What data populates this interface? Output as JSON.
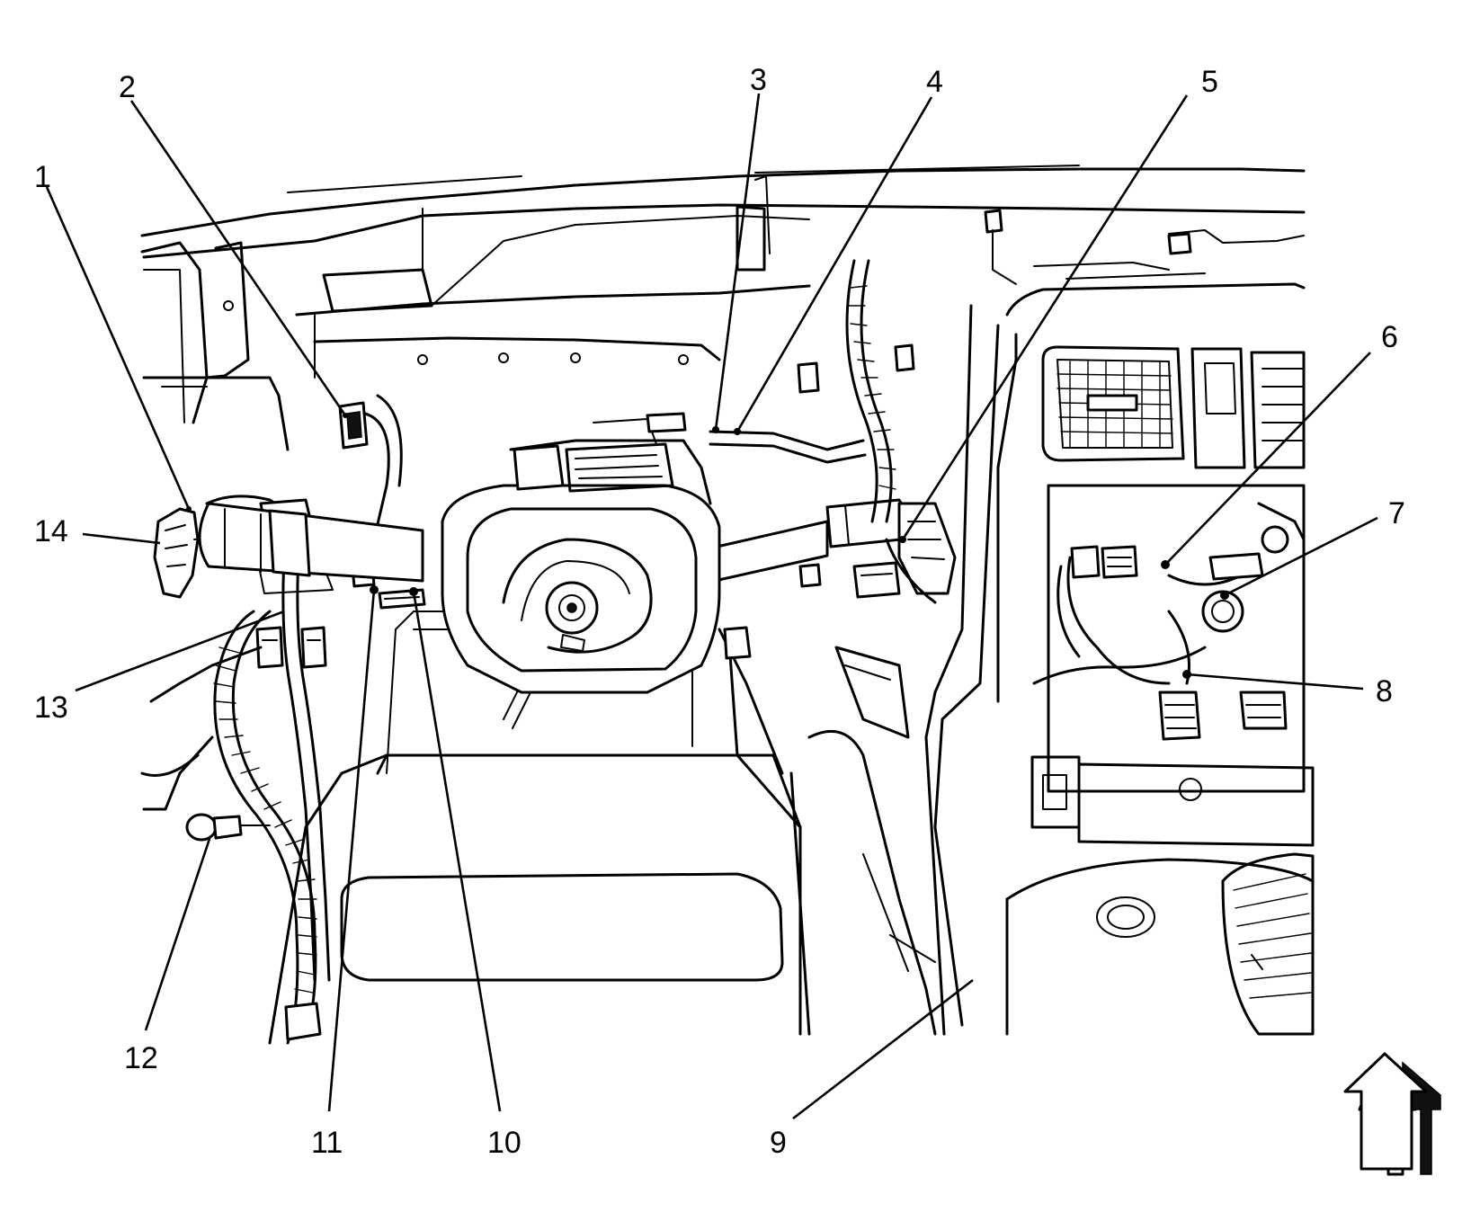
{
  "diagram": {
    "callouts": [
      {
        "id": "1",
        "label": "1"
      },
      {
        "id": "2",
        "label": "2"
      },
      {
        "id": "3",
        "label": "3"
      },
      {
        "id": "4",
        "label": "4"
      },
      {
        "id": "5",
        "label": "5"
      },
      {
        "id": "6",
        "label": "6"
      },
      {
        "id": "7",
        "label": "7"
      },
      {
        "id": "8",
        "label": "8"
      },
      {
        "id": "9",
        "label": "9"
      },
      {
        "id": "10",
        "label": "10"
      },
      {
        "id": "11",
        "label": "11"
      },
      {
        "id": "12",
        "label": "12"
      },
      {
        "id": "13",
        "label": "13"
      },
      {
        "id": "14",
        "label": "14"
      }
    ],
    "orientation_icon": "up-arrow-icon",
    "colors": {
      "ink": "#000000",
      "paper": "#ffffff"
    }
  }
}
